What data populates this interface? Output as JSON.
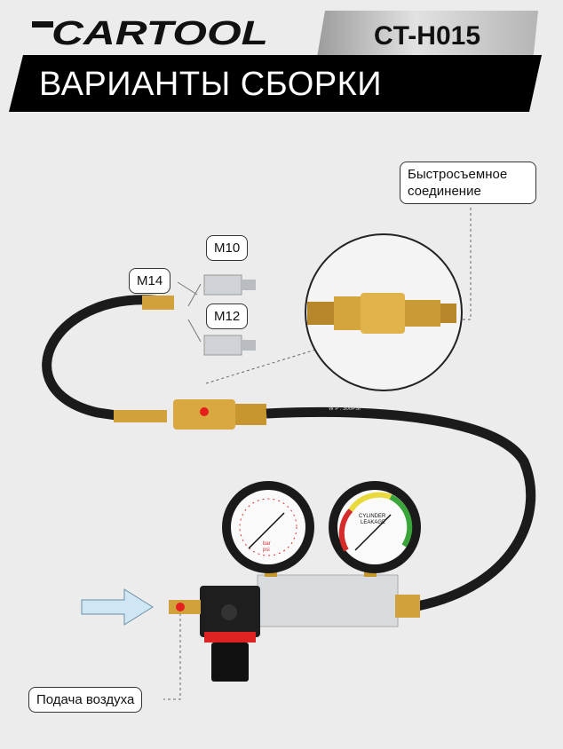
{
  "header": {
    "brand": "CARTOOL",
    "model": "CT-H015",
    "title": "ВАРИАНТЫ СБОРКИ"
  },
  "callouts": {
    "quick_connect": [
      "Быстросъемное",
      "соединение"
    ],
    "m14": "M14",
    "m10": "M10",
    "m12": "M12",
    "air_supply": "Подача воздуха"
  },
  "gauges": {
    "left_units": [
      "bar",
      "psi"
    ],
    "right_label": [
      "CYLINDER",
      "LEAKAGE"
    ]
  },
  "hose_marking": "W P : 300PSI",
  "colors": {
    "banner": "#000000",
    "background": "#ececec",
    "marker": "#e51e1e",
    "arrow": "#cfe6f5"
  }
}
